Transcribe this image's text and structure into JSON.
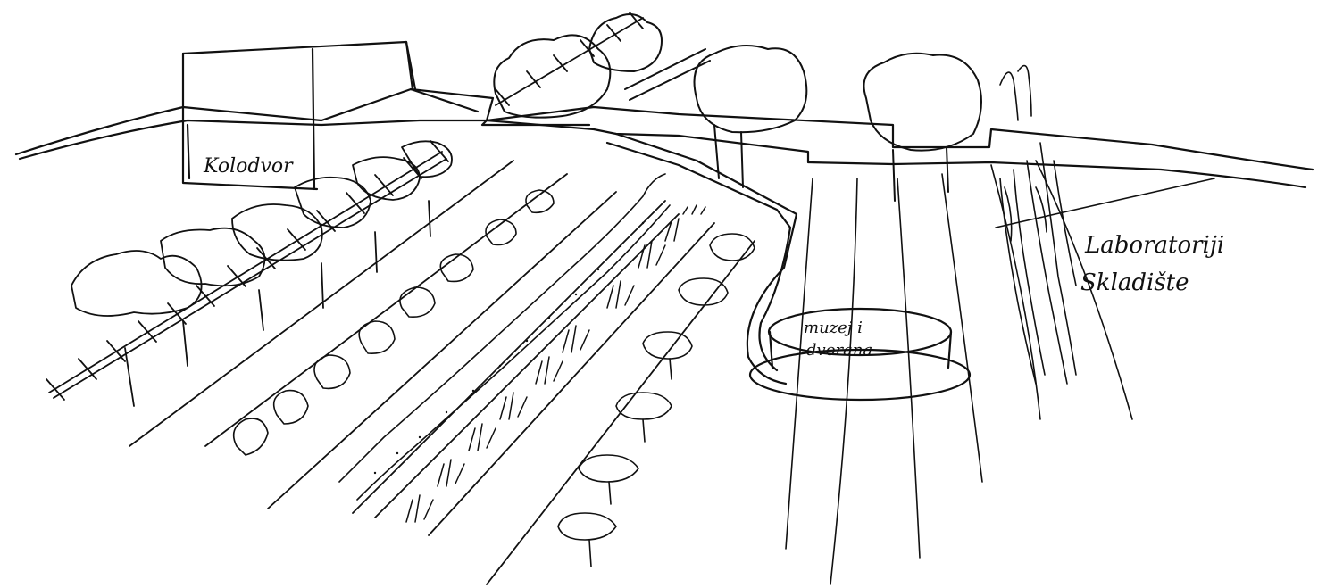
{
  "labels": {
    "kolodvor": "Kolodvor",
    "laboratoriji": "Laboratoriji",
    "skladiste": "Skladište",
    "muzej_line1": "muzej i",
    "muzej_line2": "dvorana"
  },
  "colors": {
    "ink": "#111111",
    "paper": "#ffffff"
  }
}
